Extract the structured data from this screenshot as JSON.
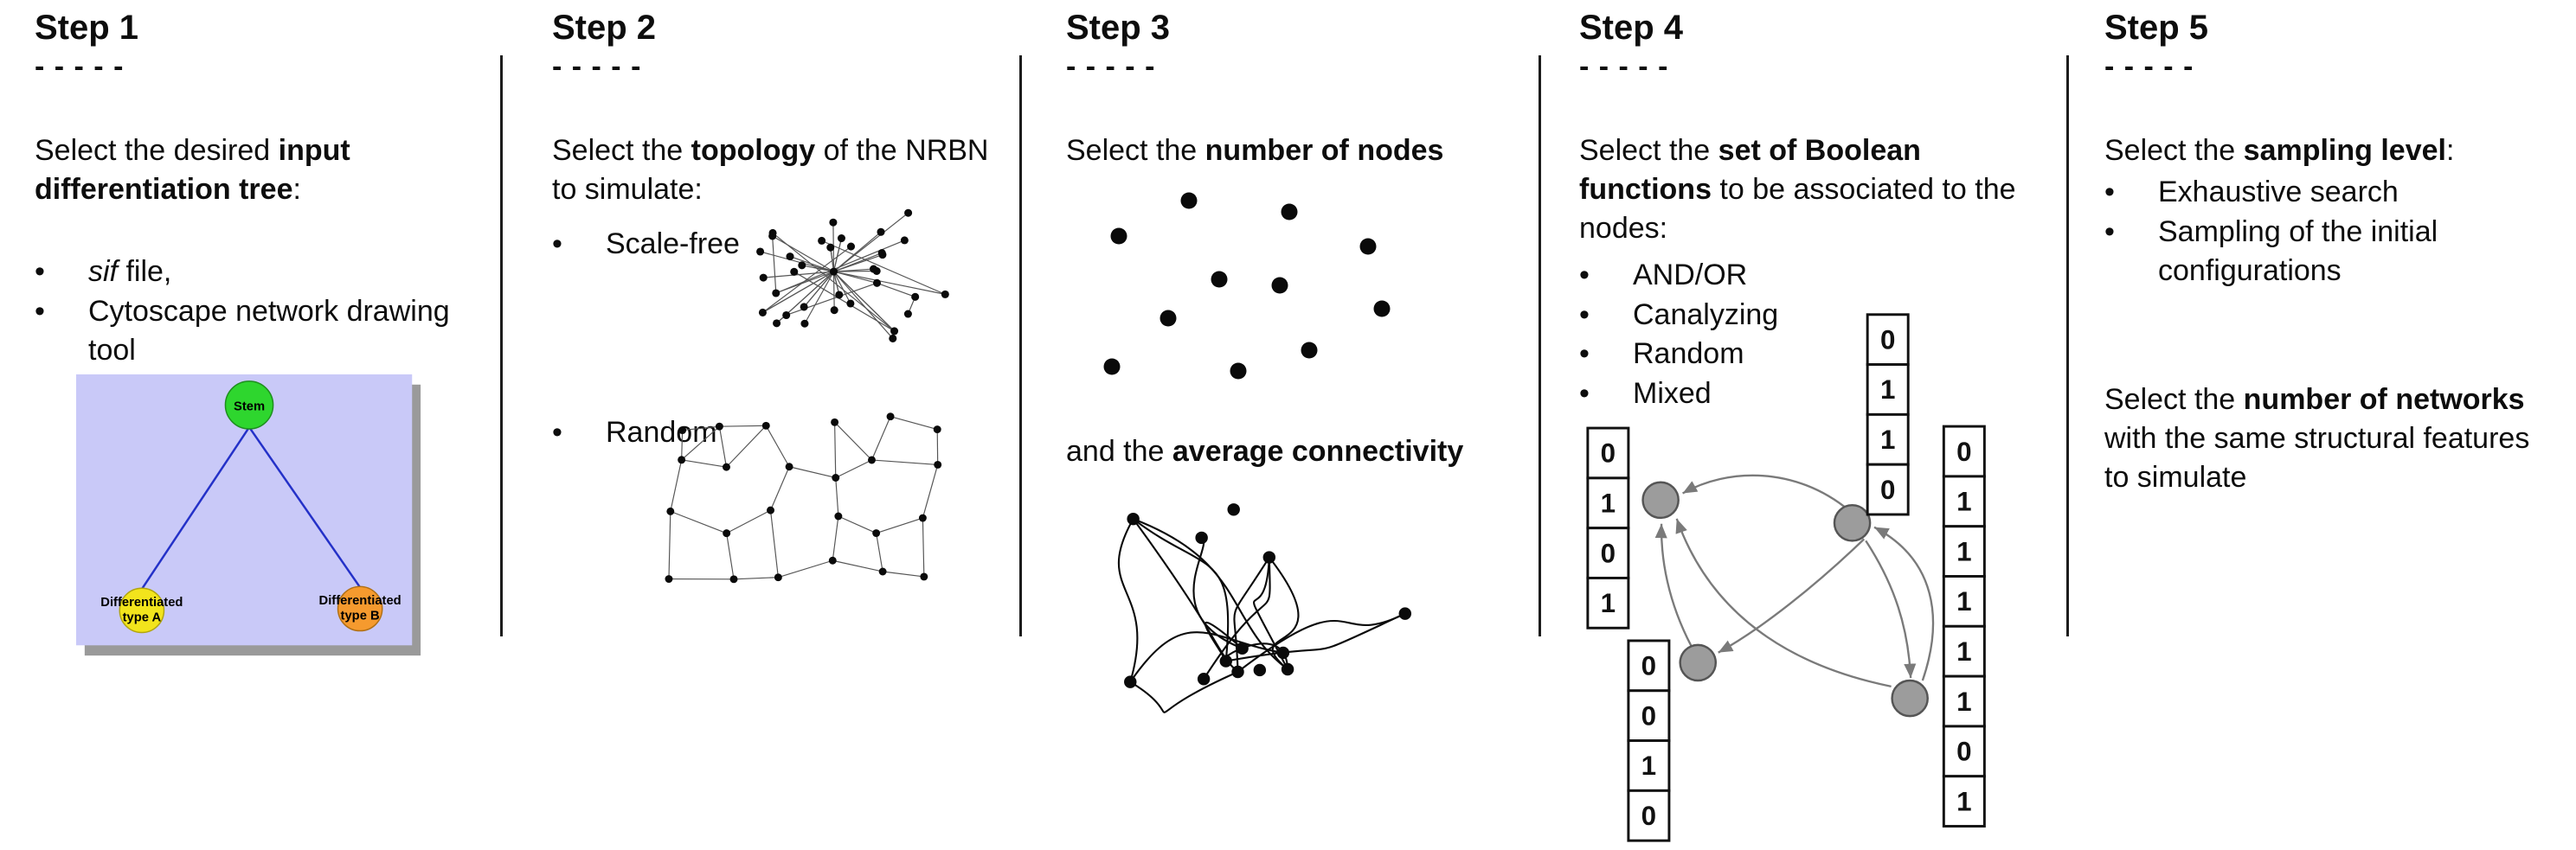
{
  "ui": {
    "bullet": "•"
  },
  "steps": [
    {
      "title": "Step 1",
      "separator": "- - - - -",
      "intro": {
        "pre": "Select the desired ",
        "bold": "input differentiation tree",
        "post": ":"
      },
      "bullets": [
        {
          "italic": "sif",
          "rest": " file,"
        },
        {
          "text": "Cytoscape network drawing tool"
        }
      ],
      "tree": {
        "root_label": "Stem",
        "leaf_a_line1": "Differentiated",
        "leaf_a_line2": "type A",
        "leaf_b_line1": "Differentiated",
        "leaf_b_line2": "type B",
        "colors": {
          "background": "#c9c9f8",
          "shadow": "#9a9a9a",
          "root": "#2ed62e",
          "leaf_a": "#f2e41c",
          "leaf_b": "#f59a2e",
          "edge": "#2431c8"
        }
      }
    },
    {
      "title": "Step 2",
      "separator": "- - - - -",
      "intro": {
        "pre": "Select the ",
        "bold": "topology",
        "post": " of the NRBN to simulate:"
      },
      "bullets": [
        {
          "text": "Scale-free"
        },
        {
          "text": "Random"
        }
      ]
    },
    {
      "title": "Step 3",
      "separator": "- - - - -",
      "intro": {
        "pre": "Select the ",
        "bold": "number of nodes",
        "post": ""
      },
      "second": {
        "pre": "and the ",
        "bold": "average connectivity",
        "post": ""
      }
    },
    {
      "title": "Step 4",
      "separator": "- - - - -",
      "intro": {
        "pre": "Select the ",
        "bold": "set of Boolean functions",
        "post": " to be associated to the nodes:"
      },
      "bullets": [
        {
          "text": "AND/OR"
        },
        {
          "text": "Canalyzing"
        },
        {
          "text": "Random"
        },
        {
          "text": "Mixed"
        }
      ],
      "truth_tables": {
        "left": [
          "0",
          "1",
          "0",
          "1"
        ],
        "top": [
          "0",
          "1",
          "1",
          "0"
        ],
        "right": [
          "0",
          "1",
          "1",
          "1",
          "1",
          "1",
          "0",
          "1"
        ],
        "bottom": [
          "0",
          "0",
          "1",
          "0"
        ]
      }
    },
    {
      "title": "Step 5",
      "separator": "- - - - -",
      "intro": {
        "pre": "Select the ",
        "bold": "sampling level",
        "post": ":"
      },
      "bullets": [
        {
          "text": "Exhaustive search"
        },
        {
          "text": "Sampling of the initial configurations"
        }
      ],
      "second": {
        "pre": "Select the ",
        "bold": "number of networks",
        "post": " with the same structural features to simulate"
      }
    }
  ]
}
